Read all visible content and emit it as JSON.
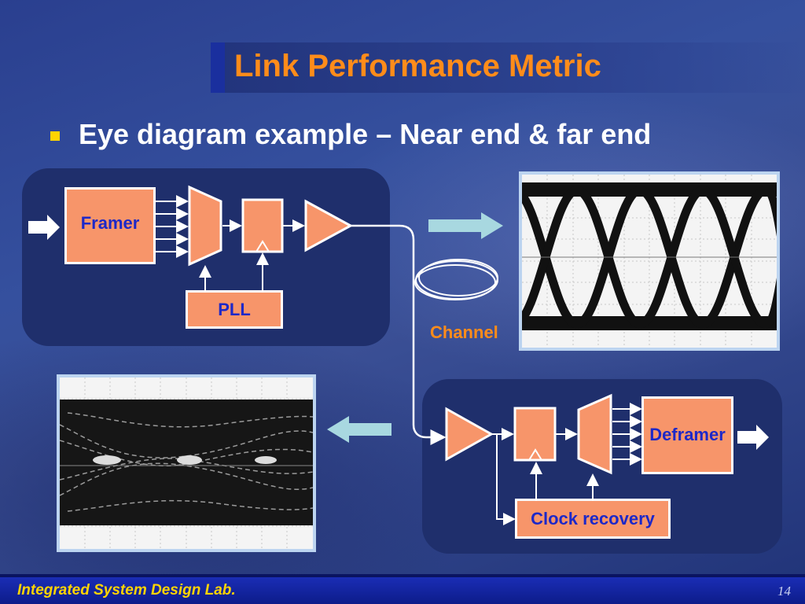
{
  "slide": {
    "title": "Link Performance Metric",
    "bullet": "Eye diagram example – Near end & far end",
    "page_number": "14"
  },
  "diagram": {
    "framer": "Framer",
    "pll": "PLL",
    "channel": "Channel",
    "deframer": "Deframer",
    "clock_recovery": "Clock recovery"
  },
  "footer": {
    "lab": "Integrated System Design Lab."
  },
  "colors": {
    "title": "#ff8c1a",
    "block_fill": "#f7956a",
    "block_text": "#1d28c8",
    "arrow_light": "#a8d8e0",
    "footer_text": "#ffd400"
  }
}
